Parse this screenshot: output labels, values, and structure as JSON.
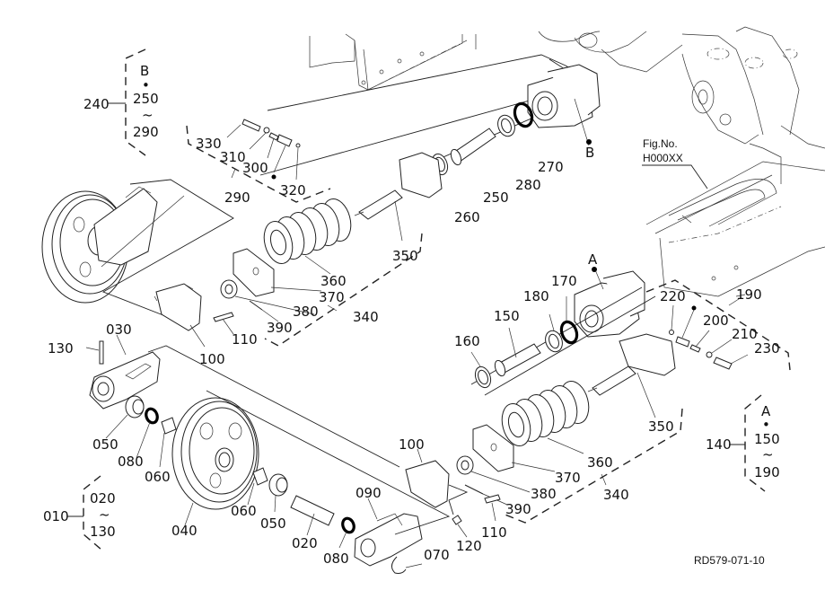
{
  "diagram": {
    "type": "exploded-parts-diagram",
    "figure_code": "RD579-071-10",
    "fig_ref": {
      "line1": "Fig.No.",
      "line2": "H000XX"
    },
    "part_labels": {
      "p010": "010",
      "p020a": "020",
      "p020b": "020",
      "p030": "030",
      "p040": "040",
      "p050a": "050",
      "p050b": "050",
      "p060a": "060",
      "p060b": "060",
      "p070": "070",
      "p080a": "080",
      "p080b": "080",
      "p090": "090",
      "p100a": "100",
      "p100b": "100",
      "p110a": "110",
      "p110b": "110",
      "p120": "120",
      "p130a": "130",
      "p130b": "130",
      "p140": "140",
      "p150a": "150",
      "p150b": "150",
      "p160": "160",
      "p170": "170",
      "p180": "180",
      "p190a": "190",
      "p190b": "190",
      "p200": "200",
      "p210": "210",
      "p220": "220",
      "p230": "230",
      "p240": "240",
      "p250a": "250",
      "p250b": "250",
      "p260": "260",
      "p270": "270",
      "p280": "280",
      "p290a": "290",
      "p290b": "290",
      "p300": "300",
      "p310": "310",
      "p320": "320",
      "p330": "330",
      "p340a": "340",
      "p340b": "340",
      "p350a": "350",
      "p350b": "350",
      "p360a": "360",
      "p360b": "360",
      "p370a": "370",
      "p370b": "370",
      "p380a": "380",
      "p380b": "380",
      "p390a": "390",
      "p390b": "390"
    },
    "ref_markers": {
      "A1": "A",
      "A2": "A",
      "B1": "B",
      "B2": "B"
    },
    "groups": [
      {
        "id": "240",
        "ref": "B",
        "range_from": "250",
        "range_to": "290"
      },
      {
        "id": "140",
        "ref": "A",
        "range_from": "150",
        "range_to": "190"
      },
      {
        "id": "010",
        "ref": "",
        "range_from": "020",
        "range_to": "130"
      }
    ],
    "range_symbol": "~",
    "dot_symbol": "•"
  }
}
